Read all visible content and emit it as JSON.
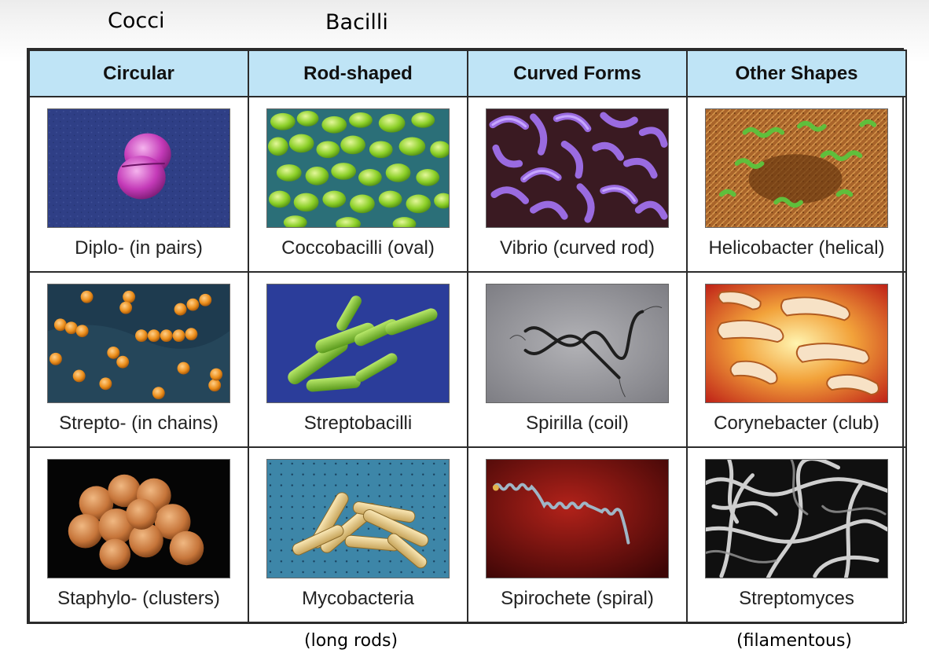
{
  "top_labels": {
    "cocci": "Cocci",
    "bacilli": "Bacilli"
  },
  "headers": [
    "Circular",
    "Rod-shaped",
    "Curved Forms",
    "Other Shapes"
  ],
  "header_color": "#bfe4f6",
  "rows": [
    [
      {
        "caption": "Diplo-  (in pairs)",
        "image": "diplococcus-micrograph"
      },
      {
        "caption": "Coccobacilli (oval)",
        "image": "coccobacilli-micrograph"
      },
      {
        "caption": "Vibrio (curved rod)",
        "image": "vibrio-micrograph"
      },
      {
        "caption": "Helicobacter (helical)",
        "image": "helicobacter-micrograph"
      }
    ],
    [
      {
        "caption": "Strepto-  (in chains)",
        "image": "streptococcus-micrograph"
      },
      {
        "caption": "Streptobacilli",
        "image": "streptobacilli-micrograph"
      },
      {
        "caption": "Spirilla (coil)",
        "image": "spirilla-micrograph"
      },
      {
        "caption": "Corynebacter (club)",
        "image": "corynebacter-micrograph"
      }
    ],
    [
      {
        "caption": "Staphylo-  (clusters)",
        "image": "staphylococcus-micrograph"
      },
      {
        "caption": "Mycobacteria",
        "image": "mycobacteria-micrograph"
      },
      {
        "caption": "Spirochete (spiral)",
        "image": "spirochete-micrograph"
      },
      {
        "caption": "Streptomyces",
        "image": "streptomyces-micrograph"
      }
    ]
  ],
  "bottom_labels": {
    "long_rods": "(long rods)",
    "filamentous": "(filamentous)"
  }
}
